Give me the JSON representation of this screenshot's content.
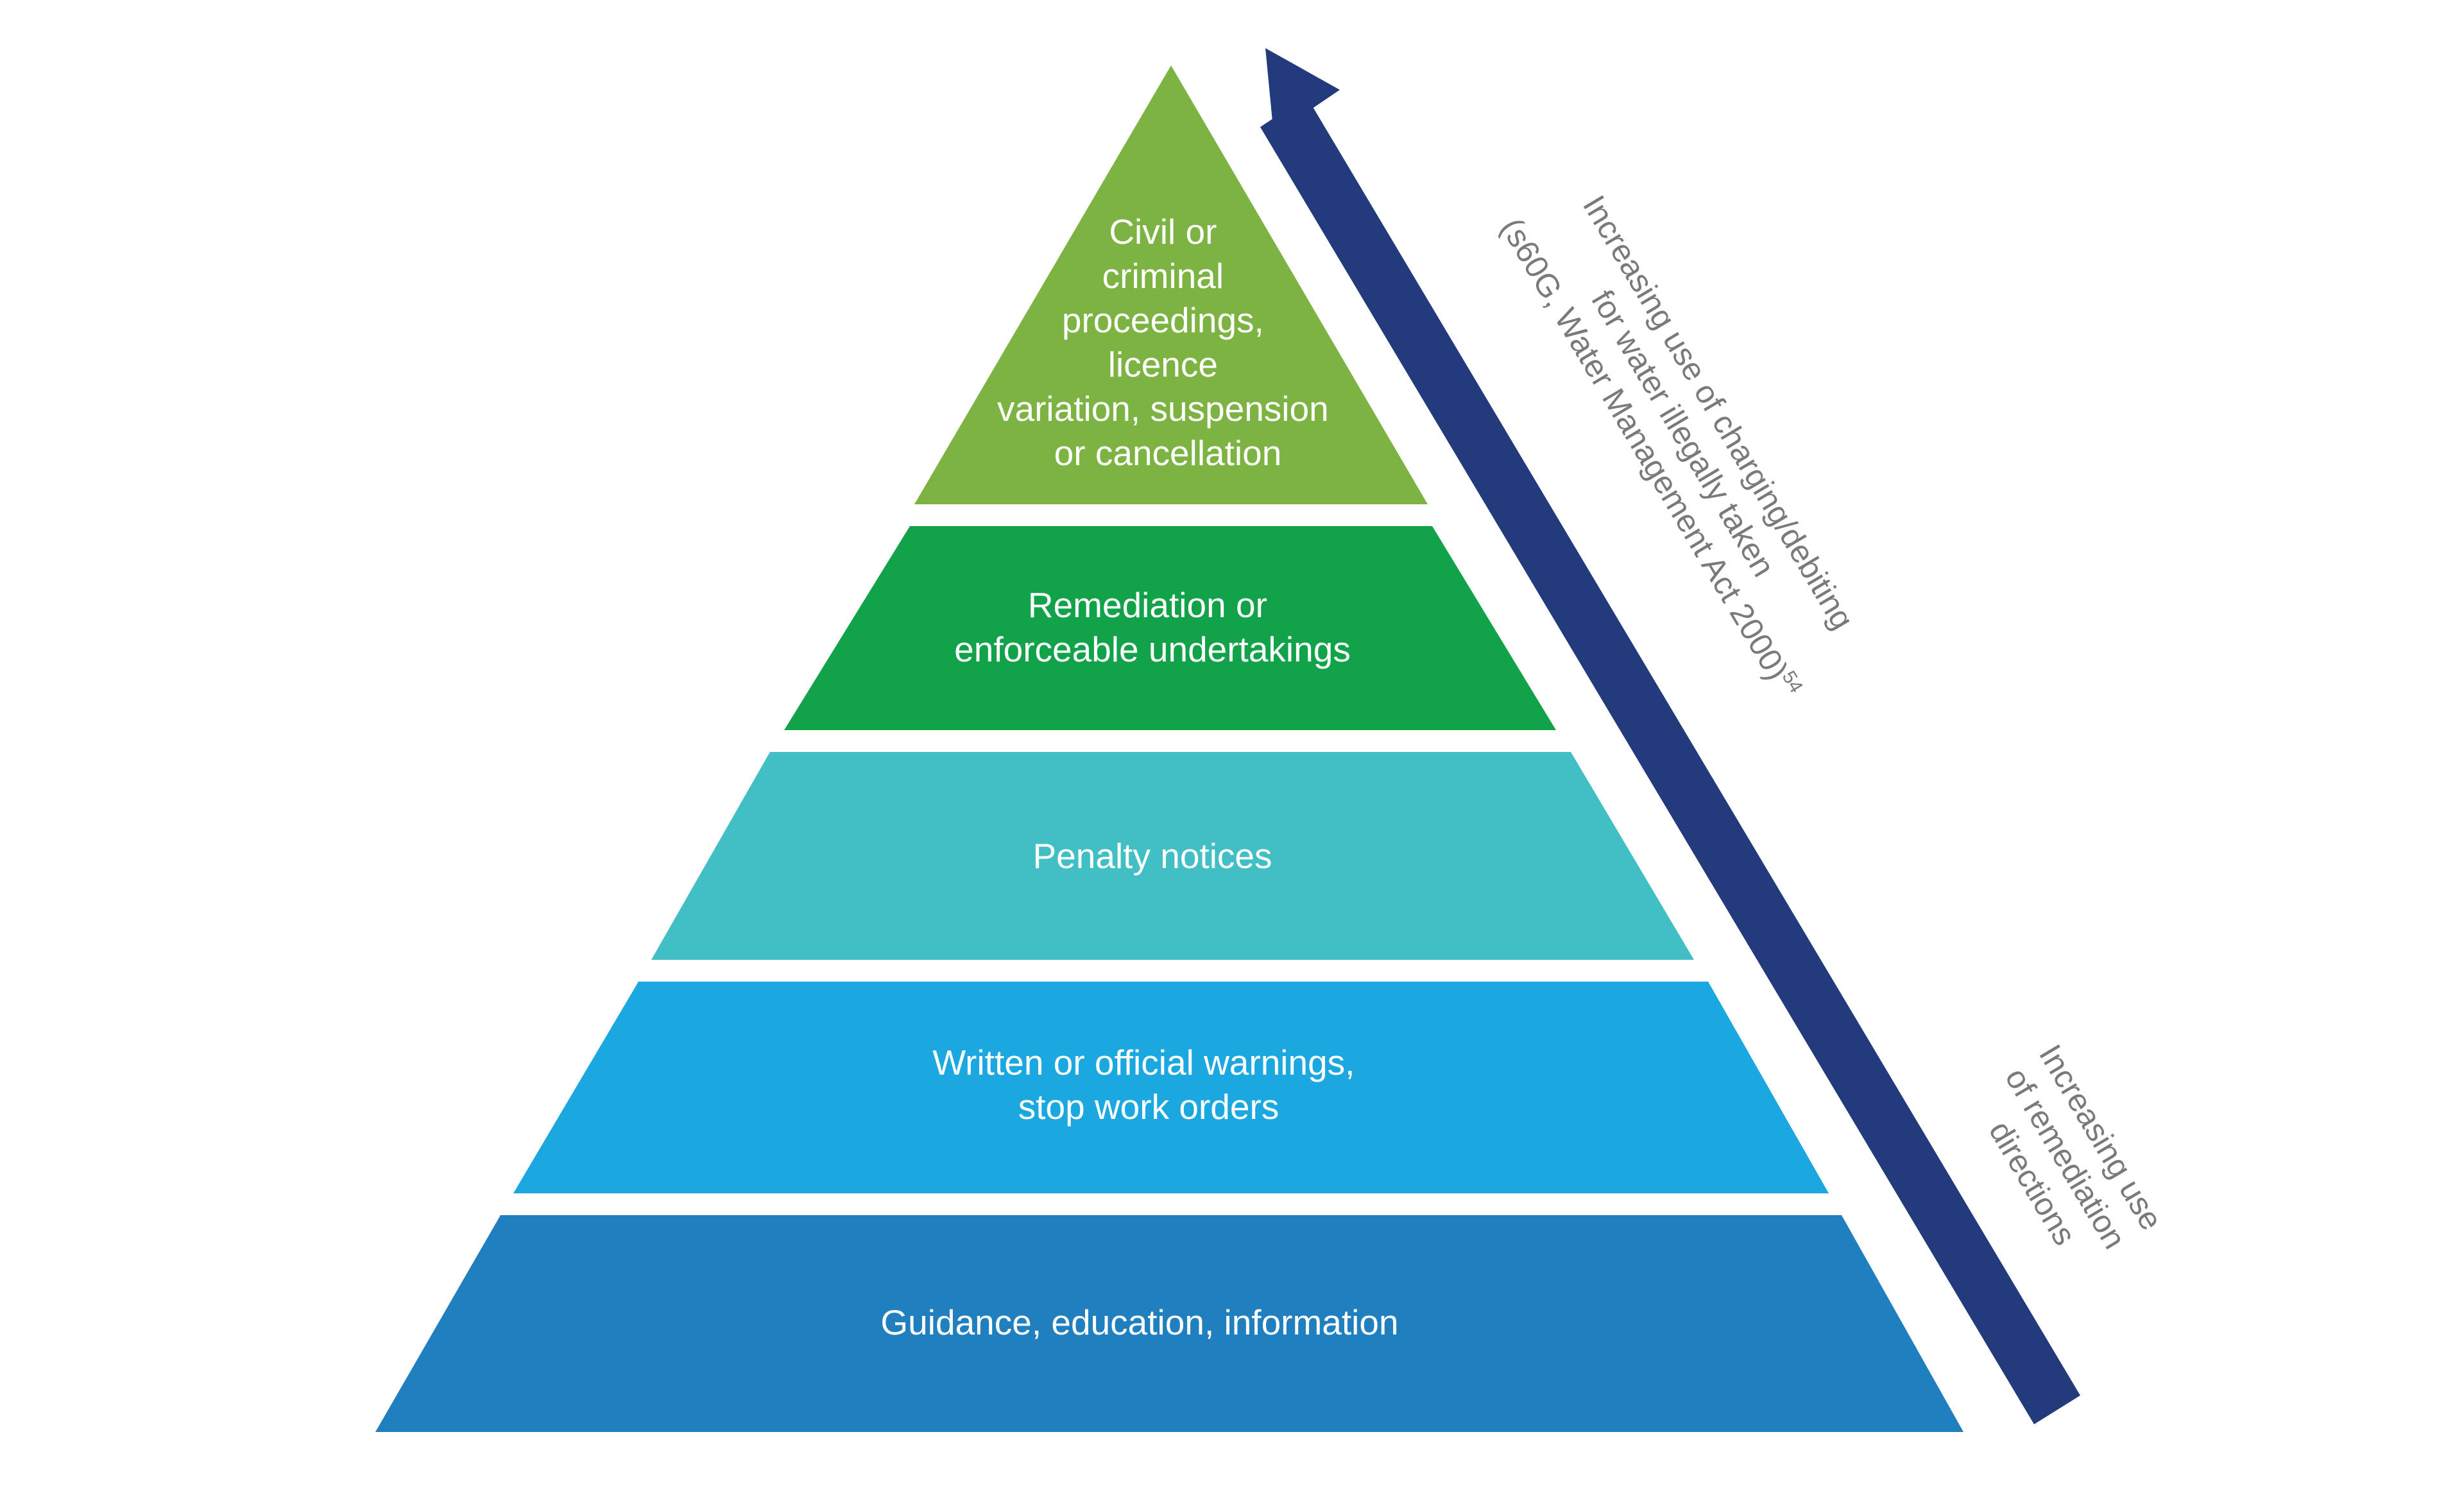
{
  "tiers": [
    {
      "lines": [
        "Civil or",
        "criminal",
        "proceedings,",
        "licence",
        "variation, suspension",
        "or cancellation"
      ],
      "color": "#7cb342"
    },
    {
      "lines": [
        "Remediation or",
        "enforceable undertakings"
      ],
      "color": "#12a34a"
    },
    {
      "lines": [
        "Penalty notices"
      ],
      "color": "#42bfc4"
    },
    {
      "lines": [
        "Written or official warnings,",
        "stop work orders"
      ],
      "color": "#1ba7df"
    },
    {
      "lines": [
        "Guidance, education, information"
      ],
      "color": "#1f7fbf"
    }
  ],
  "arrow": {
    "color": "#233a7c",
    "label_lines": [
      "Increasing use of charging/debiting",
      "for water illegally taken",
      "(s60G, Water Management Act 2000)"
    ],
    "label_superscript": "54"
  },
  "remediation_label_lines": [
    "Increasing use",
    "of remediation",
    "directions"
  ],
  "label_color": "#7a7a7a"
}
